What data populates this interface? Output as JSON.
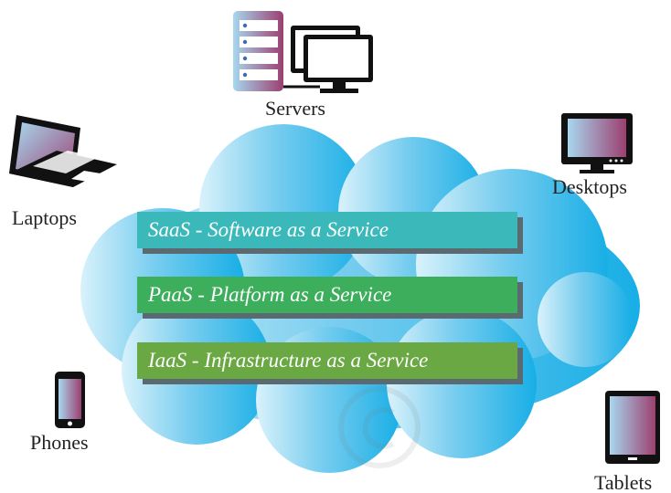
{
  "devices": {
    "servers": "Servers",
    "desktops": "Desktops",
    "laptops": "Laptops",
    "phones": "Phones",
    "tablets": "Tablets"
  },
  "service_layers": [
    {
      "label": "SaaS - Software as a Service",
      "color": "#3bb9ba"
    },
    {
      "label": "PaaS - Platform as a Service",
      "color": "#3cae5c"
    },
    {
      "label": "IaaS - Infrastructure as a Service",
      "color": "#69a842"
    }
  ],
  "colors": {
    "cloud_light": "#d9f2fb",
    "cloud_dark": "#17aee6",
    "device_screen_start": "#a8d7ee",
    "device_screen_end": "#9b3f6f",
    "device_body": "#111111"
  }
}
